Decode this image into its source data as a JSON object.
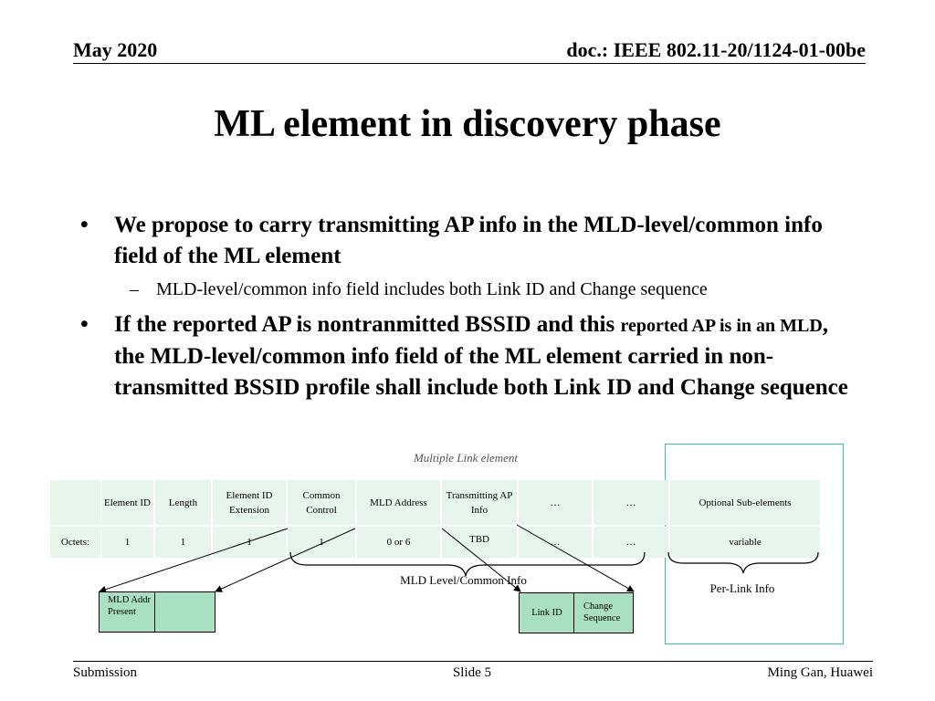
{
  "header": {
    "date": "May 2020",
    "doc": "doc.: IEEE 802.11-20/1124-01-00be"
  },
  "title": "ML element in discovery phase",
  "bullets": {
    "b1": "We propose to carry transmitting AP info in the MLD-level/common info field of the ML element",
    "sub1": "MLD-level/common info field includes both Link ID and Change sequence",
    "b2_part1": "If the reported AP is nontranmitted BSSID and this ",
    "b2_small1": "reported AP  is in an MLD",
    "b2_part2": ", the MLD-level/common info field of the ML element carried in non-transmitted BSSID profile shall include both Link ID and Change sequence"
  },
  "diagram": {
    "caption": "Multiple Link element",
    "header_row": [
      "",
      "Element ID",
      "Length",
      "Element ID Extension",
      "Common Control",
      "MLD Address",
      "Transmitting AP Info",
      "…",
      "…",
      "Optional Sub-elements"
    ],
    "octets_row": [
      "Octets:",
      "1",
      "1",
      "1",
      "1",
      "0 or 6",
      "TBD",
      "…",
      "…",
      "variable"
    ],
    "mld_level_label": "MLD Level/Common Info",
    "per_link_label": "Per-Link Info",
    "mld_addr_present": "MLD Addr Present",
    "link_id": "Link ID",
    "change_sequence": "Change Sequence"
  },
  "footer": {
    "left": "Submission",
    "center": "Slide 5",
    "right": "Ming Gan, Huawei"
  }
}
